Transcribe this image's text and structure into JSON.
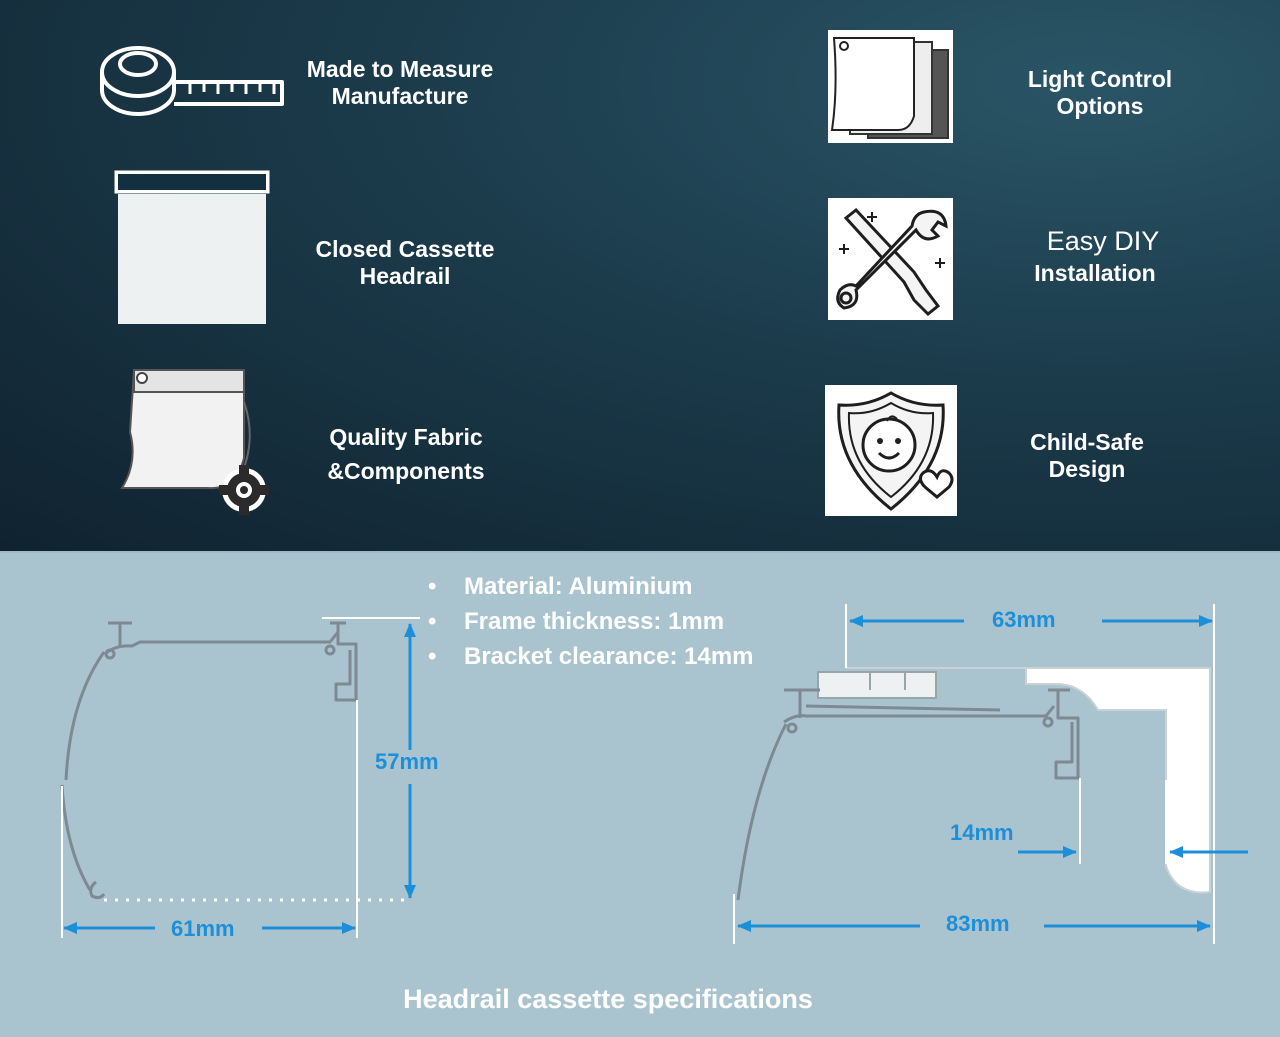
{
  "features": {
    "measure": [
      "Made to Measure",
      "Manufacture"
    ],
    "cassette": [
      "Closed Cassette",
      "Headrail"
    ],
    "fabric": [
      "Quality Fabric",
      "&Components"
    ],
    "light": [
      "Light Control",
      "Options"
    ],
    "diy": [
      "Easy DIY",
      "Installation"
    ],
    "child": [
      "Child-Safe",
      "Design"
    ]
  },
  "icons": {
    "measure": "tape-measure-icon",
    "cassette": "cassette-blind-icon",
    "fabric": "fabric-sample-gear-icon",
    "light": "fabric-swatches-icon",
    "diy": "screwdriver-wrench-icon",
    "child": "child-shield-icon"
  },
  "specs": {
    "bullets": [
      "Material: Aluminium",
      "Frame thickness: 1mm",
      "Bracket clearance: 14mm"
    ],
    "caption": "Headrail cassette specifications"
  },
  "dimensions": {
    "height": "57mm",
    "width_left": "61mm",
    "width_top": "63mm",
    "clearance": "14mm",
    "width_right": "83mm"
  },
  "colors": {
    "top_bg": "#1b3b4b",
    "bottom_bg": "#aac4cf",
    "dimension": "#1d8fd8",
    "profile": "#7d8a91"
  }
}
